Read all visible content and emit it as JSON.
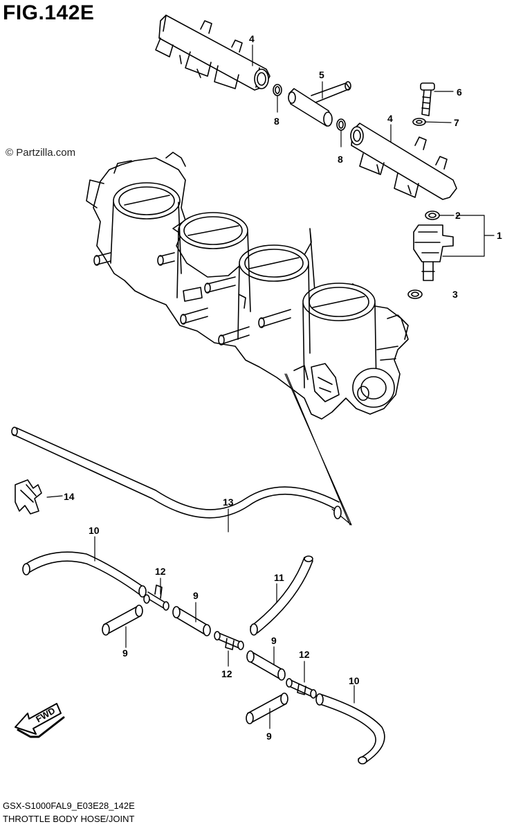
{
  "figure": {
    "title": "FIG.142E",
    "watermark": "© Partzilla.com",
    "model_code": "GSX-S1000FAL9_E03E28_142E",
    "section_title": "THROTTLE BODY HOSE/JOINT",
    "fwd_label": "FWD"
  },
  "callouts": {
    "c1": "1",
    "c2": "2",
    "c3": "3",
    "c4a": "4",
    "c4b": "4",
    "c5": "5",
    "c6": "6",
    "c7": "7",
    "c8a": "8",
    "c8b": "8",
    "c9a": "9",
    "c9b": "9",
    "c9c": "9",
    "c9d": "9",
    "c10a": "10",
    "c10b": "10",
    "c11": "11",
    "c12a": "12",
    "c12b": "12",
    "c12c": "12",
    "c13": "13",
    "c14": "14"
  }
}
